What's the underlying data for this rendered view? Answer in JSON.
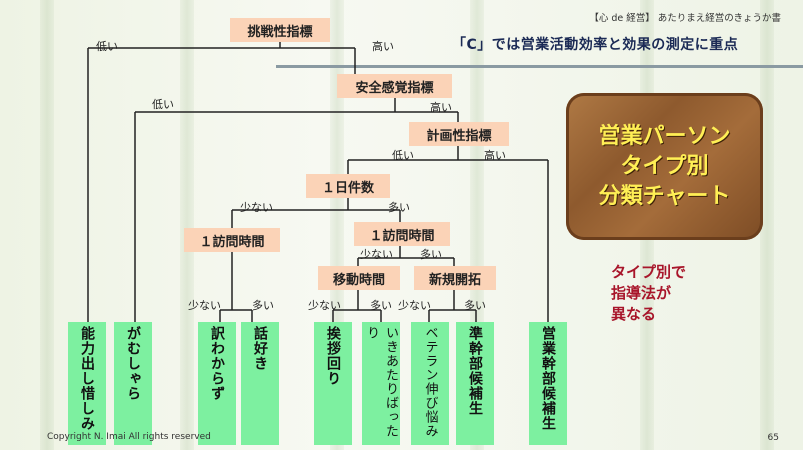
{
  "header": {
    "top_note": "【心 de 経営】 あたりまえ経営のきょうか書",
    "headline": "「C」では営業活動効率と効果の測定に重点"
  },
  "nodes": {
    "n1": "挑戦性指標",
    "n2": "安全感覚指標",
    "n3": "計画性指標",
    "n4": "１日件数",
    "n5": "１訪問時間",
    "n6": "１訪問時間",
    "n7": "移動時間",
    "n8": "新規開拓"
  },
  "branch_labels": {
    "n1_low": "低い",
    "n1_high": "高い",
    "n2_low": "低い",
    "n2_high": "高い",
    "n3_low": "低い",
    "n3_high": "高い",
    "n4_few": "少ない",
    "n4_many": "多い",
    "n6_few": "少ない",
    "n6_many": "多い",
    "n5_few": "少ない",
    "n5_many": "多い",
    "n7_few": "少ない",
    "n7_many": "多い",
    "n8_few": "少ない",
    "n8_many": "多い"
  },
  "leaves": [
    "能力出し惜しみ",
    "がむしゃら",
    "訳わからず",
    "話好き",
    "挨拶回り",
    "いきあたりばったり",
    "ベテラン伸び悩み",
    "準幹部候補生",
    "営業幹部候補生"
  ],
  "title_box": {
    "line1": "営業パーソン",
    "line2": "タイプ別",
    "line3": "分類チャート"
  },
  "note": {
    "line1": "タイプ別で",
    "line2": "指導法が",
    "line3": "異なる"
  },
  "footer": {
    "copyright": "Copyright N. Imai  All rights reserved",
    "page_number": "65"
  }
}
